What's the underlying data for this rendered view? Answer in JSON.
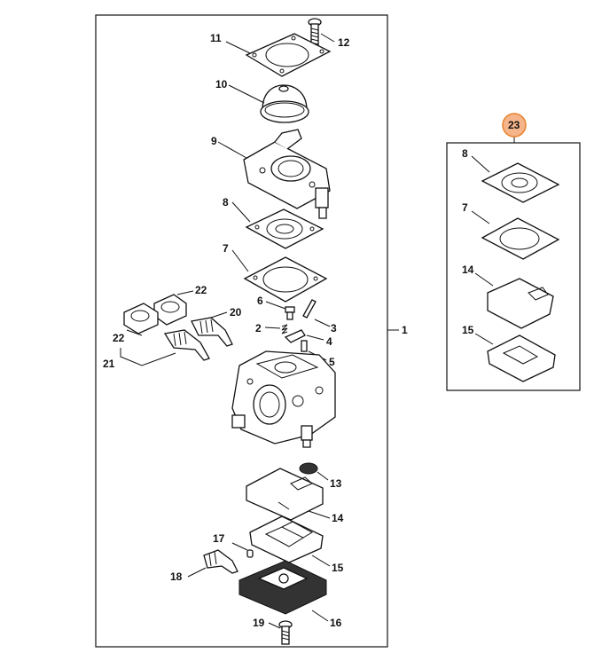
{
  "callouts": {
    "c1": "1",
    "c2": "2",
    "c3": "3",
    "c4": "4",
    "c5": "5",
    "c6": "6",
    "c7": "7",
    "c8": "8",
    "c9": "9",
    "c10": "10",
    "c11": "11",
    "c12": "12",
    "c13": "13",
    "c14": "14",
    "c15": "15",
    "c16": "16",
    "c17": "17",
    "c18": "18",
    "c19": "19",
    "c20": "20",
    "c21": "21",
    "c22a": "22",
    "c22b": "22",
    "k7": "7",
    "k8": "8",
    "k14": "14",
    "k15": "15",
    "k23": "23"
  },
  "colors": {
    "highlight_fill": "#f5b48a",
    "highlight_stroke": "#e8822f",
    "ink": "#111111"
  },
  "icons": [
    "carburetor",
    "gasket",
    "diaphragm",
    "pump-cover",
    "purge-bulb",
    "screw",
    "needle-valve",
    "nozzle",
    "spring",
    "pin"
  ]
}
